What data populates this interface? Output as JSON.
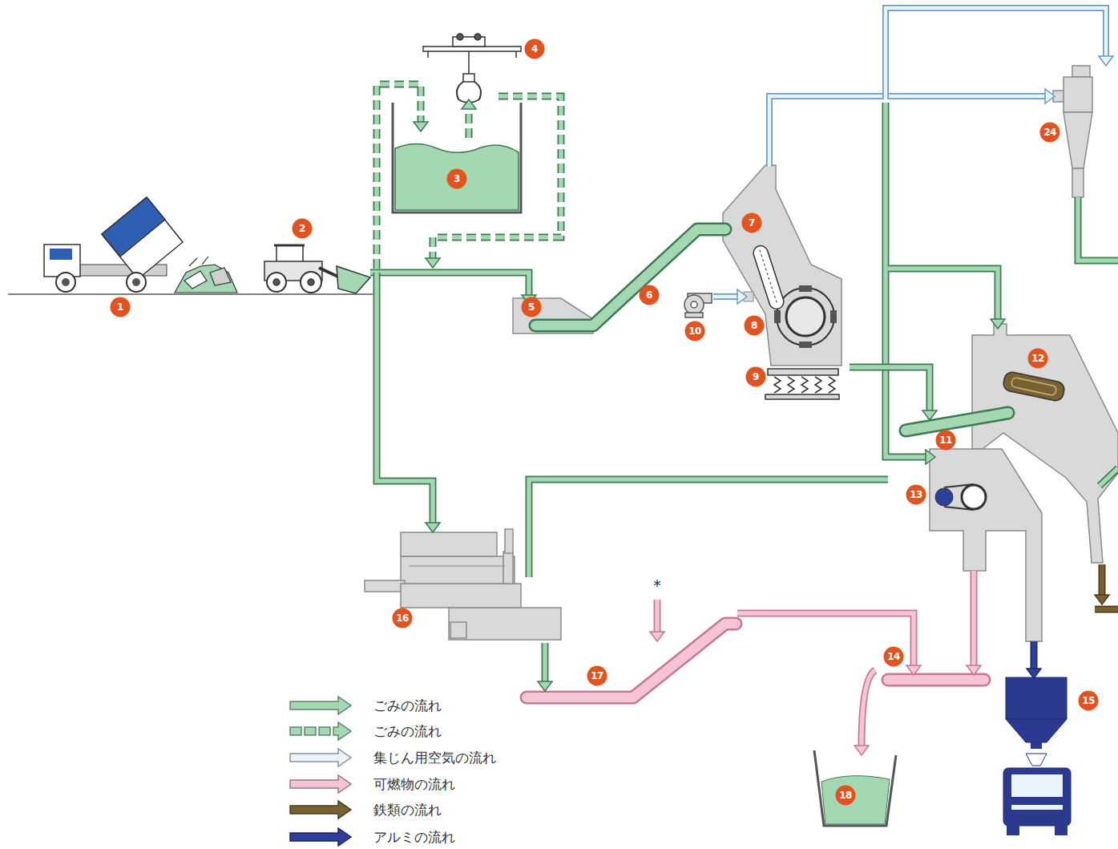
{
  "diagram": {
    "labels": [
      "4",
      "3",
      "2",
      "1",
      "7",
      "6",
      "5",
      "8",
      "10",
      "9",
      "24",
      "12",
      "11",
      "13",
      "16",
      "17",
      "14",
      "18",
      "15",
      "*"
    ],
    "legend": [
      {
        "text": "ごみの流れ",
        "color": "#a3d8b2"
      },
      {
        "text": "ごみの流れ",
        "color": "#a3d8b2"
      },
      {
        "text": "集じん用空気の流れ",
        "color": "#e8f3fb"
      },
      {
        "text": "可燃物の流れ",
        "color": "#f6c4d2"
      },
      {
        "text": "鉄類の流れ",
        "color": "#7a6132"
      },
      {
        "text": "アルミの流れ",
        "color": "#2f3f9c"
      }
    ]
  }
}
